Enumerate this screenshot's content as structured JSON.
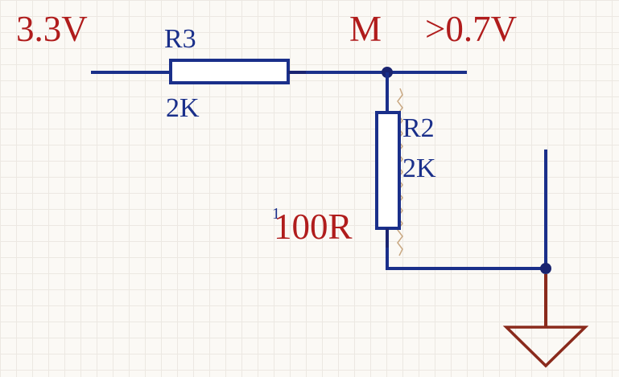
{
  "colors": {
    "wire": "#1a2f8a",
    "junction": "#1a2470",
    "label_red": "#b01c1c",
    "label_blue": "#1a2f8a",
    "ground": "#8a2a1c",
    "grid": "#ece8e2",
    "background": "#fbf9f5"
  },
  "labels": {
    "supply_voltage": "3.3V",
    "node_name": "M",
    "node_condition": ">0.7V",
    "r3_designator": "R3",
    "r3_value": "2K",
    "r2_designator": "R2",
    "r2_value": "2K",
    "r2_note": "100R",
    "pin_marker": "1"
  },
  "icons": {
    "ground": "ground-icon",
    "junction": "junction-dot-icon",
    "resistor": "resistor-icon"
  }
}
